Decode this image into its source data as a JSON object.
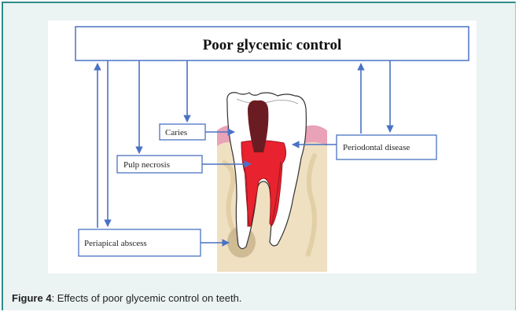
{
  "diagram": {
    "title": "Poor glycemic control",
    "labels": {
      "caries": "Caries",
      "pulp_necrosis": "Pulp necrosis",
      "periodontal_disease": "Periodontal disease",
      "periapical_abscess": "Periapical abscess"
    },
    "colors": {
      "box_border": "#4a72c4",
      "arrow": "#4a72c4",
      "gum": "#e9a2b8",
      "bone": "#efe0c2",
      "decay": "#6b1c22",
      "pulp": "#e8222e",
      "tooth": "#ffffff"
    }
  },
  "caption": {
    "label": "Figure 4",
    "text": ": Effects of poor glycemic control on teeth."
  }
}
